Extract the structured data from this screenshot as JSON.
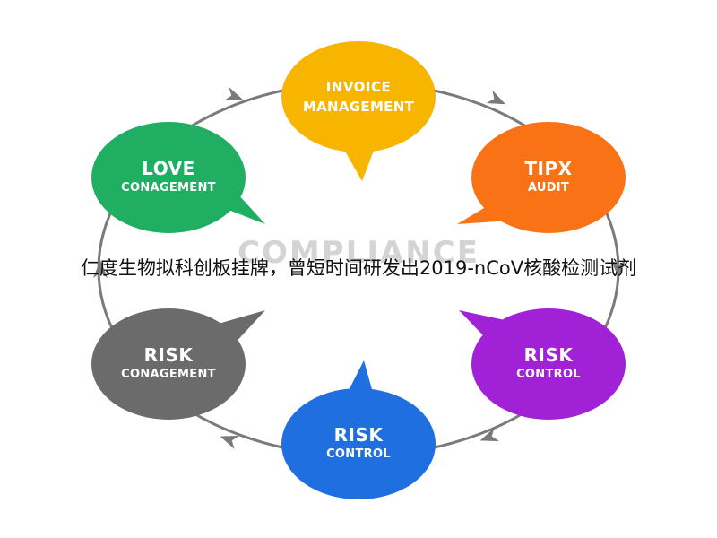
{
  "diagram": {
    "center_label": "COMPLIANCE",
    "nodes": [
      {
        "id": "invoice",
        "line1": "INVOICE",
        "line2": "MANAGEMENT",
        "color": "#f7b500"
      },
      {
        "id": "tipx",
        "line1": "TIPX",
        "line2": "AUDIT",
        "color": "#f97316"
      },
      {
        "id": "risk-control-right",
        "line1": "RISK",
        "line2": "CONTROL",
        "color": "#a021d6"
      },
      {
        "id": "risk-control-bottom",
        "line1": "RISK",
        "line2": "CONTROL",
        "color": "#1f6fe0"
      },
      {
        "id": "risk-conagement",
        "line1": "RISK",
        "line2": "CONAGEMENT",
        "color": "#6b6b6b"
      },
      {
        "id": "love-conagement",
        "line1": "LOVE",
        "line2": "CONAGEMENT",
        "color": "#1fae62"
      }
    ],
    "ring_color": "#7a7a7a"
  },
  "headline": "仁度生物拟科创板挂牌，曾短时间研发出2019-nCoV核酸检测试剂"
}
